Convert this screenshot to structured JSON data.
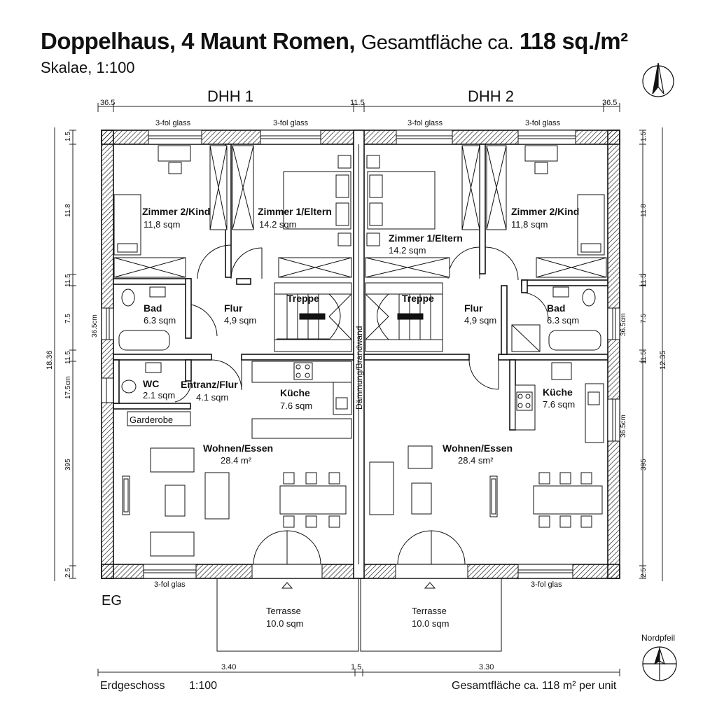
{
  "header": {
    "title_main": "Doppelhaus, 4 Maunt Romen,",
    "title_mid": "Gesamtfläche ca.",
    "title_area": "118 sq./m²",
    "scale": "Skalae, 1:100"
  },
  "units": {
    "left": "DHH 1",
    "right": "DHH 2"
  },
  "dims": {
    "top_left": "36.5",
    "top_mid": "11.5",
    "top_right": "36.5",
    "left": [
      "1.5",
      "11.8",
      "11.5",
      "7.5",
      "11.5",
      "17.5cm",
      "395",
      "2.5"
    ],
    "left_total": "18.36",
    "right": [
      "1.5",
      "11.8",
      "11.5",
      "7.5",
      "11.5",
      "395",
      "2.5"
    ],
    "right_total": "12.35",
    "inner_left_a": "36.5cm",
    "inner_right_a": "36.5cm",
    "inner_right_b": "36.5cm",
    "bottom_left": "3.40",
    "bottom_mid": "1.5",
    "bottom_right": "3.30"
  },
  "windows": {
    "top": [
      "3-fol glass",
      "3-fol glass",
      "3-fol glass",
      "3-fol glass"
    ],
    "bottom_left": "3-fol glas",
    "bottom_right": "3-fol glas"
  },
  "rooms_left": {
    "kind_name": "Zimmer 2/Kind",
    "kind_area": "11,8 sqm",
    "eltern_name": "Zimmer 1/Eltern",
    "eltern_area": "14.2 sqm",
    "bad_name": "Bad",
    "bad_area": "6.3 sqm",
    "flur_name": "Flur",
    "flur_area": "4,9 sqm",
    "treppe": "Treppe",
    "wc_name": "WC",
    "wc_area": "2.1 sqm",
    "entranz_name": "Entranz/Flur",
    "entranz_area": "4.1 sqm",
    "kueche_name": "Küche",
    "kueche_area": "7.6 sqm",
    "garderobe": "Garderobe",
    "wohnen_name": "Wohnen/Essen",
    "wohnen_area": "28.4 m²"
  },
  "rooms_right": {
    "eltern_name": "Zimmer 1/Eltern",
    "eltern_area": "14.2 sqm",
    "kind_name": "Zimmer 2/Kind",
    "kind_area": "11,8 sqm",
    "treppe": "Treppe",
    "flur_name": "Flur",
    "flur_area": "4,9 sqm",
    "bad_name": "Bad",
    "bad_area": "6.3 sqm",
    "kueche_name": "Küche",
    "kueche_area": "7.6 sqm",
    "wohnen_name": "Wohnen/Essen",
    "wohnen_area": "28.4 sm²"
  },
  "party_wall": "Dämmung/Brandwand",
  "terrace_left": {
    "name": "Terrasse",
    "area": "10.0 sqm"
  },
  "terrace_right": {
    "name": "Terrasse",
    "area": "10.0 sqm"
  },
  "floor_label": "EG",
  "north_label": "Nordpfeil",
  "footer": {
    "left": "Erdgeschoss",
    "scale": "1:100",
    "right": "Gesamtfläche ca. 118 m² per unit"
  }
}
